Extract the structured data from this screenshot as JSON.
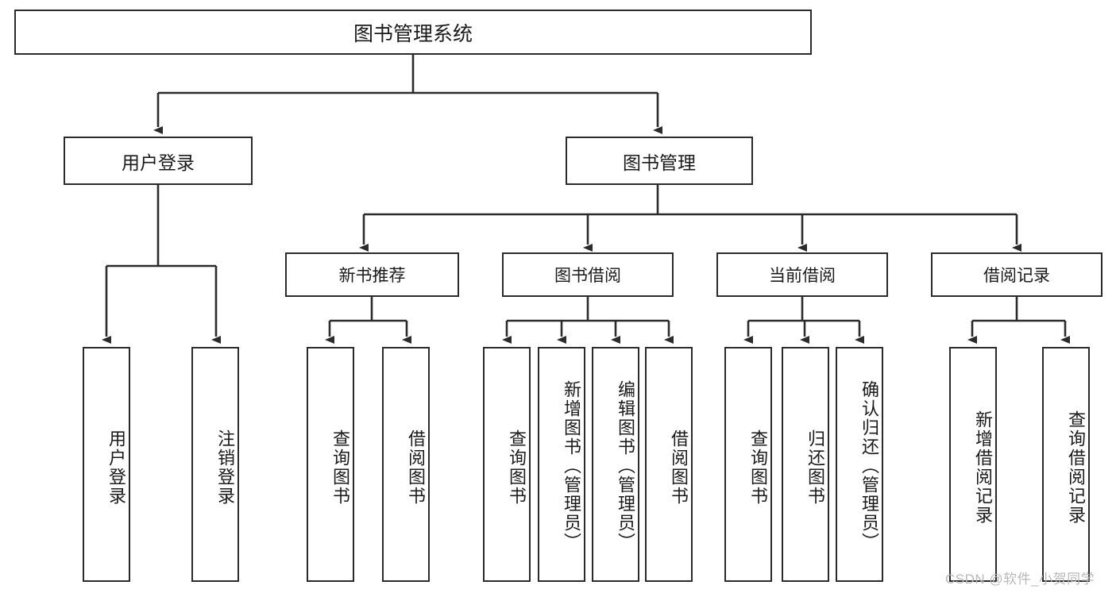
{
  "diagram": {
    "title": "图书管理系统",
    "type": "hierarchy-tree",
    "colors": {
      "stroke": "#2b2b2b",
      "fill": "#ffffff",
      "text": "#1a1a1a",
      "watermark": "#b9b9b9"
    },
    "root": {
      "label": "图书管理系统"
    },
    "level1": [
      {
        "label": "用户登录"
      },
      {
        "label": "图书管理"
      }
    ],
    "level2": [
      {
        "label": "新书推荐"
      },
      {
        "label": "图书借阅"
      },
      {
        "label": "当前借阅"
      },
      {
        "label": "借阅记录"
      }
    ],
    "leaves": [
      {
        "label": "用户登录",
        "parent": "用户登录"
      },
      {
        "label": "注销登录",
        "parent": "用户登录"
      },
      {
        "label": "查询图书",
        "parent": "新书推荐"
      },
      {
        "label": "借阅图书",
        "parent": "新书推荐"
      },
      {
        "label": "查询图书",
        "parent": "图书借阅"
      },
      {
        "label": "新增图书（管理员）",
        "parent": "图书借阅"
      },
      {
        "label": "编辑图书（管理员）",
        "parent": "图书借阅"
      },
      {
        "label": "借阅图书",
        "parent": "图书借阅"
      },
      {
        "label": "查询图书",
        "parent": "当前借阅"
      },
      {
        "label": "归还图书",
        "parent": "当前借阅"
      },
      {
        "label": "确认归还（管理员）",
        "parent": "当前借阅"
      },
      {
        "label": "新增借阅记录",
        "parent": "借阅记录"
      },
      {
        "label": "查询借阅记录",
        "parent": "借阅记录"
      }
    ]
  },
  "watermark": {
    "text": "CSDN @软件_小贺同学"
  }
}
